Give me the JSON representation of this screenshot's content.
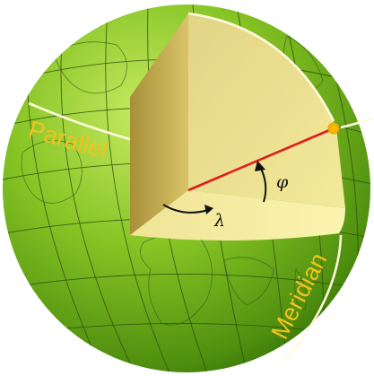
{
  "diagram": {
    "labels": {
      "parallel": "Parallel",
      "meridian": "Meridian",
      "longitude_symbol": "λ",
      "latitude_symbol": "φ"
    },
    "colors": {
      "globe_light": "#bfe35a",
      "globe_mid": "#7fbf1f",
      "globe_dark": "#2f6b06",
      "cutaway_face": "#e9de8a",
      "cutaway_wall": "#c9b555",
      "cutaway_floor": "#f4ec9c",
      "highlight_line": "#fffbe0",
      "radius_line": "#e21b1b",
      "point": "#f5b800",
      "label_text": "#f2c21d"
    }
  }
}
